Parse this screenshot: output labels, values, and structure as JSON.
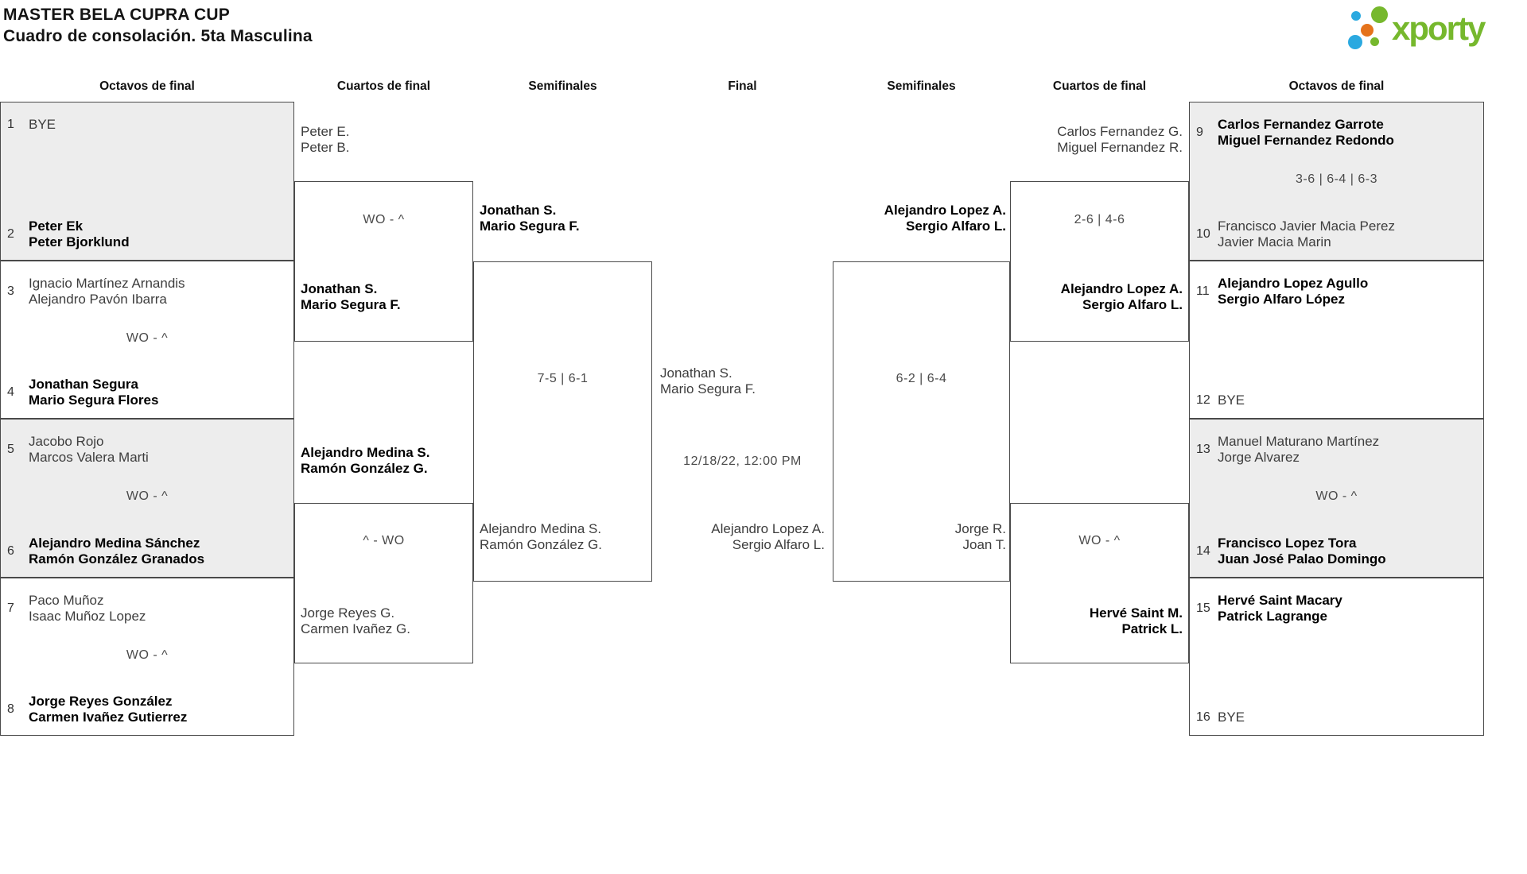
{
  "header": {
    "title": "MASTER BELA CUPRA CUP",
    "subtitle": "Cuadro de consolación. 5ta Masculina"
  },
  "logo": {
    "brand": "xporty",
    "colors": {
      "green": "#76b82d",
      "blue": "#2ba9e0",
      "orange": "#e5731c"
    }
  },
  "round_headers": [
    "Octavos de final",
    "Cuartos de final",
    "Semifinales",
    "Final",
    "Semifinales",
    "Cuartos de final",
    "Octavos de final"
  ],
  "octavos_left": [
    {
      "seed_top": "1",
      "team_top": "BYE",
      "score": "",
      "seed_bottom": "2",
      "team_bottom": "Peter Ek\nPeter Bjorklund"
    },
    {
      "seed_top": "3",
      "team_top": "Ignacio Martínez Arnandis\nAlejandro Pavón Ibarra",
      "score": "WO - ^",
      "seed_bottom": "4",
      "team_bottom": "Jonathan Segura\nMario Segura Flores"
    },
    {
      "seed_top": "5",
      "team_top": "Jacobo Rojo\nMarcos Valera Marti",
      "score": "WO - ^",
      "seed_bottom": "6",
      "team_bottom": "Alejandro Medina Sánchez\nRamón González Granados"
    },
    {
      "seed_top": "7",
      "team_top": "Paco Muñoz\nIsaac Muñoz Lopez",
      "score": "WO - ^",
      "seed_bottom": "8",
      "team_bottom": "Jorge Reyes González\nCarmen Ivañez Gutierrez"
    }
  ],
  "octavos_right": [
    {
      "seed_top": "9",
      "team_top": "Carlos Fernandez Garrote\nMiguel Fernandez Redondo",
      "score": "3-6 | 6-4 | 6-3",
      "seed_bottom": "10",
      "team_bottom": "Francisco Javier Macia Perez\nJavier Macia Marin"
    },
    {
      "seed_top": "11",
      "team_top": "Alejandro Lopez Agullo\nSergio Alfaro López",
      "score": "",
      "seed_bottom": "12",
      "team_bottom": "BYE"
    },
    {
      "seed_top": "13",
      "team_top": "Manuel Maturano Martínez\nJorge Alvarez",
      "score": "WO - ^",
      "seed_bottom": "14",
      "team_bottom": "Francisco Lopez Tora\nJuan José Palao Domingo"
    },
    {
      "seed_top": "15",
      "team_top": "Hervé Saint Macary\nPatrick Lagrange",
      "score": "",
      "seed_bottom": "16",
      "team_bottom": "BYE"
    }
  ],
  "cuartos_left": [
    {
      "team_top": "Peter E.\nPeter B.",
      "score": "WO - ^",
      "team_bottom": "Jonathan S.\nMario Segura F."
    },
    {
      "team_top": "Alejandro Medina S.\nRamón González G.",
      "score": "^ - WO",
      "team_bottom": "Jorge Reyes G.\nCarmen Ivañez G."
    }
  ],
  "cuartos_right": [
    {
      "team_top": "Carlos Fernandez G.\nMiguel Fernandez R.",
      "score": "2-6 | 4-6",
      "team_bottom": "Alejandro Lopez A.\nSergio Alfaro L."
    },
    {
      "team_top": "",
      "score": "WO - ^",
      "team_bottom": "Hervé Saint M.\nPatrick L."
    }
  ],
  "semis_left": {
    "team_top": "Jonathan S.\nMario Segura F.",
    "score": "7-5 | 6-1",
    "team_bottom": "Alejandro Medina S.\nRamón González G."
  },
  "semis_right": {
    "team_top": "Alejandro Lopez A.\nSergio Alfaro L.",
    "score": "6-2 | 6-4",
    "team_bottom": "Jorge R.\nJoan T."
  },
  "final": {
    "team_top": "Jonathan S.\nMario Segura F.",
    "datetime": "12/18/22, 12:00 PM",
    "team_bottom": "Alejandro Lopez A.\nSergio Alfaro L."
  }
}
